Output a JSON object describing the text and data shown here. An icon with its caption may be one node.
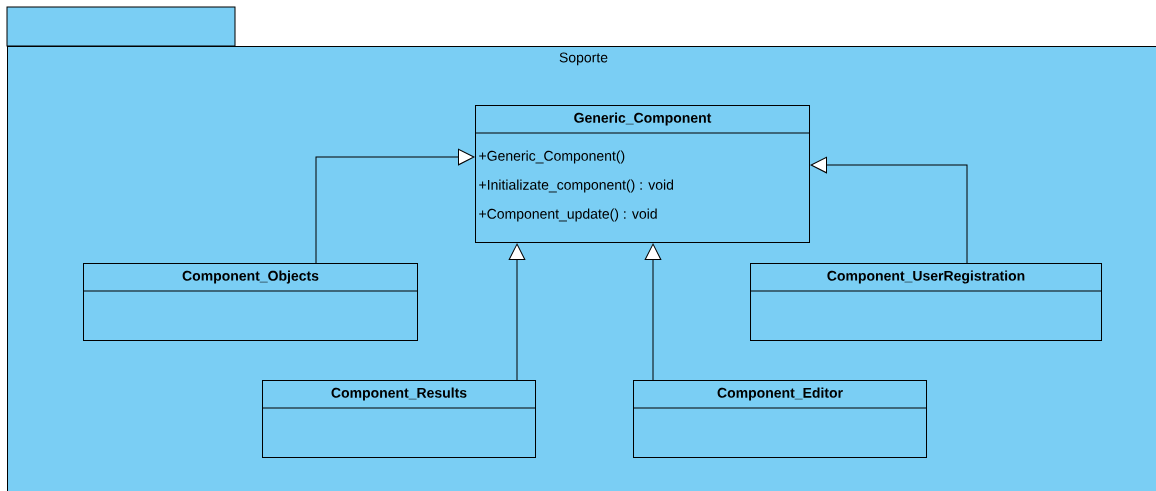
{
  "diagram": {
    "nodes": [
      {
        "text": [
          "Soporte"
        ]
      },
      {
        "text": [
          "Generic_Component",
          "+Generic_Component()",
          "+Initializate_component() : void",
          "+Component_update() : void"
        ],
        "in": 0
      },
      {
        "text": [
          "Component_Objects"
        ],
        "in": 0
      },
      {
        "text": [
          "Component_UserRegistration"
        ],
        "in": 0
      },
      {
        "text": [
          "Component_Results"
        ],
        "in": 0
      },
      {
        "text": [
          "Component_Editor"
        ],
        "in": 0
      }
    ],
    "edges": [
      {
        "from": 2,
        "to": 1,
        "arrow": "to"
      },
      {
        "from": 3,
        "to": 1,
        "arrow": "to"
      },
      {
        "from": 4,
        "to": 1,
        "arrow": "to"
      },
      {
        "from": 5,
        "to": 1,
        "arrow": "to"
      }
    ]
  }
}
